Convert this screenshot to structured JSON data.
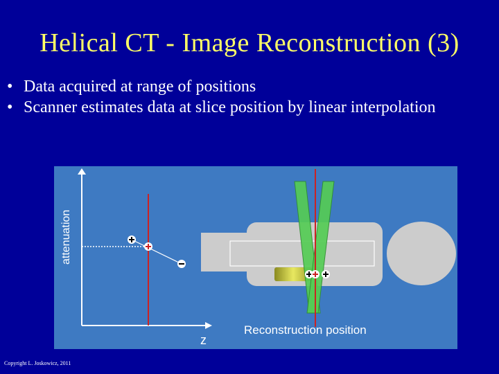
{
  "slide": {
    "title": "Helical CT -  Image Reconstruction (3)",
    "bullets": [
      "Data acquired at range of positions",
      "Scanner estimates data at slice position by linear interpolation"
    ],
    "bullet_symbol": "•",
    "copyright": "Copyright L. Joskowicz, 2011"
  },
  "figure": {
    "y_axis_label": "attenuation",
    "x_axis_label": "z",
    "reconstruction_label": "Reconstruction position"
  },
  "colors": {
    "background": "#000099",
    "title": "#ffff66",
    "figure_bg": "#3e7ac2",
    "slice_line": "#cc2222",
    "beam": "#55cc55",
    "body": "#cccccc"
  }
}
